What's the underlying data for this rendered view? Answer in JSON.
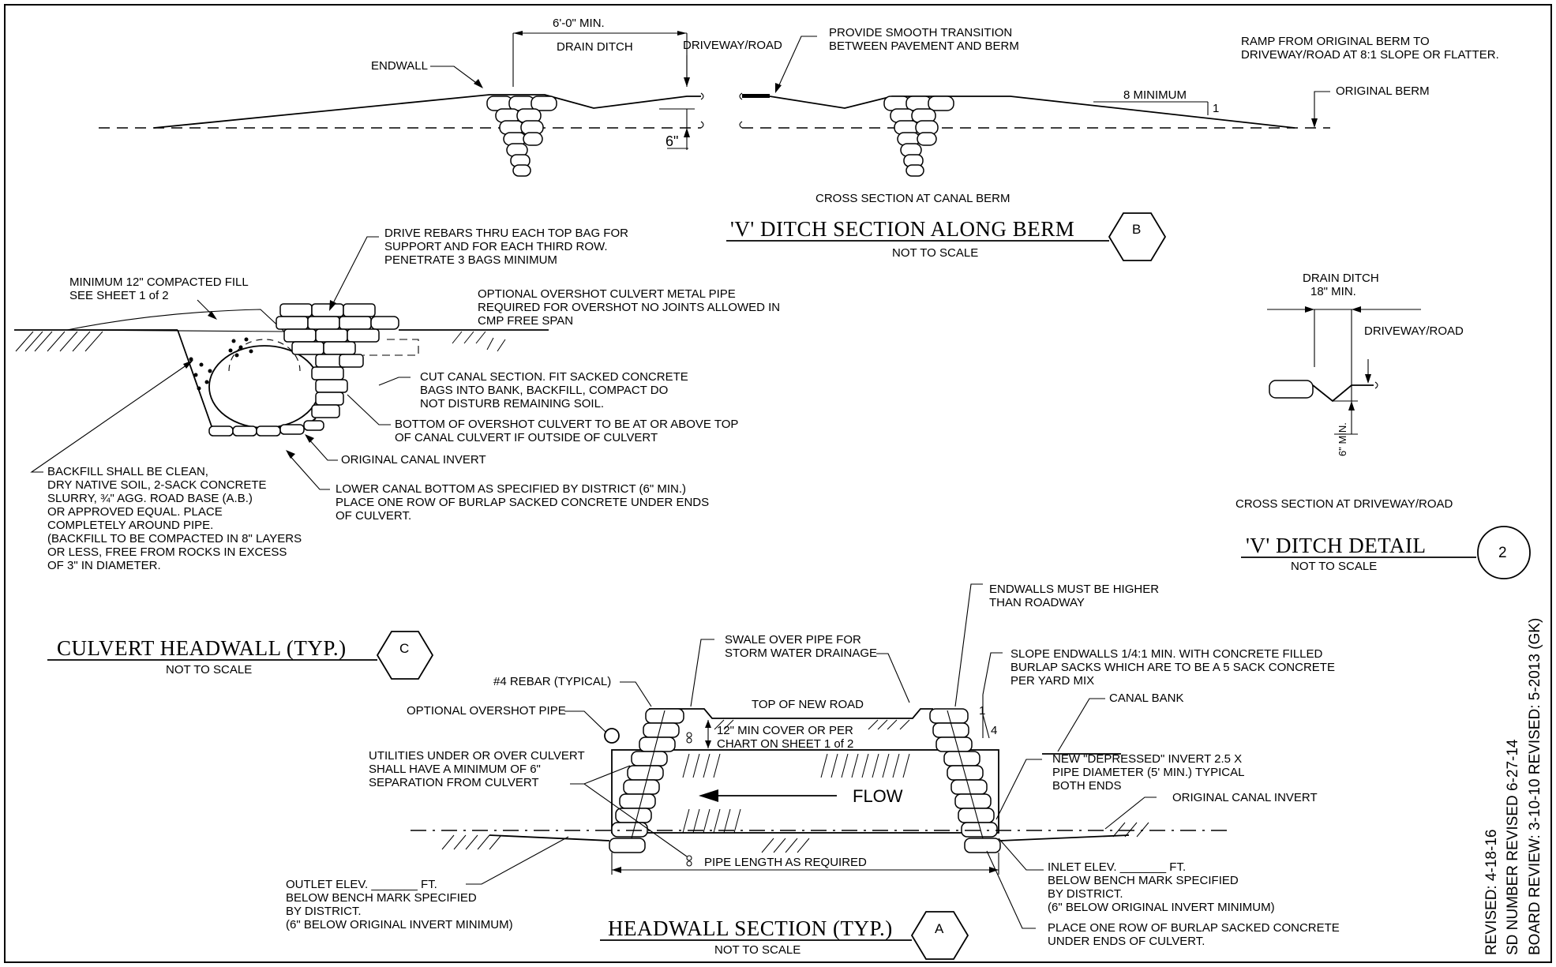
{
  "section_b": {
    "dim_top": "6'-0\" MIN.",
    "drain_ditch": "DRAIN DITCH",
    "driveway_road": "DRIVEWAY/ROAD",
    "smooth_transition": [
      "PROVIDE SMOOTH TRANSITION",
      "BETWEEN PAVEMENT AND BERM"
    ],
    "ramp_note": [
      "RAMP FROM ORIGINAL BERM TO",
      "DRIVEWAY/ROAD AT 8:1 SLOPE OR FLATTER."
    ],
    "endwall": "ENDWALL",
    "eight_minimum": "8  MINIMUM",
    "one": "1",
    "original_berm": "ORIGINAL BERM",
    "six_in": "6\"",
    "caption": "CROSS SECTION AT CANAL BERM",
    "title": "'V'  DITCH  SECTION  ALONG  BERM",
    "not_to_scale": "NOT TO SCALE",
    "marker": "B"
  },
  "section_c": {
    "rebars_note": [
      "DRIVE REBARS THRU EACH TOP BAG FOR",
      "SUPPORT AND FOR EACH THIRD ROW.",
      "PENETRATE 3 BAGS MINIMUM"
    ],
    "fill_note": [
      "MINIMUM 12\" COMPACTED FILL",
      "SEE SHEET 1 of 2"
    ],
    "overshot_note": [
      "OPTIONAL OVERSHOT CULVERT METAL PIPE",
      "REQUIRED FOR OVERSHOT NO JOINTS ALLOWED IN",
      "CMP FREE SPAN"
    ],
    "cut_canal_note": [
      "CUT CANAL SECTION. FIT SACKED CONCRETE",
      "BAGS INTO BANK, BACKFILL, COMPACT DO",
      "NOT DISTURB REMAINING SOIL."
    ],
    "bottom_note": [
      "BOTTOM OF OVERSHOT CULVERT TO BE AT OR ABOVE TOP",
      "OF CANAL CULVERT IF OUTSIDE OF CULVERT"
    ],
    "orig_invert": "ORIGINAL CANAL INVERT",
    "lower_note": [
      "LOWER CANAL BOTTOM AS SPECIFIED BY DISTRICT (6\" MIN.)",
      "PLACE ONE ROW OF BURLAP SACKED CONCRETE UNDER ENDS",
      "OF CULVERT."
    ],
    "backfill_note": [
      "BACKFILL SHALL BE CLEAN,",
      "DRY NATIVE SOIL, 2-SACK CONCRETE",
      "SLURRY, ¾\" AGG. ROAD BASE (A.B.)",
      "OR APPROVED EQUAL. PLACE",
      "COMPLETELY AROUND PIPE.",
      "(BACKFILL TO BE COMPACTED IN 8\" LAYERS",
      "OR LESS, FREE FROM ROCKS IN EXCESS",
      "OF 3\" IN DIAMETER."
    ],
    "title": "CULVERT  HEADWALL  (TYP.)",
    "not_to_scale": "NOT TO SCALE",
    "marker": "C"
  },
  "detail_2": {
    "drain_ditch": "DRAIN DITCH",
    "min18": "18\" MIN.",
    "driveway_road": "DRIVEWAY/ROAD",
    "six_min": "6\" MIN.",
    "caption": "CROSS SECTION AT DRIVEWAY/ROAD",
    "title": "'V'  DITCH  DETAIL",
    "not_to_scale": "NOT TO SCALE",
    "marker": "2"
  },
  "section_a": {
    "endwalls_note": [
      "ENDWALLS MUST BE HIGHER",
      "THAN ROADWAY"
    ],
    "swale_note": [
      "SWALE OVER PIPE FOR",
      "STORM WATER DRAINAGE"
    ],
    "slope_note": [
      "SLOPE ENDWALLS 1/4:1 MIN. WITH CONCRETE FILLED",
      "BURLAP SACKS WHICH ARE TO BE A 5 SACK CONCRETE",
      "PER YARD MIX"
    ],
    "rebar_note": "#4 REBAR (TYPICAL)",
    "overshot_pipe": "OPTIONAL OVERSHOT PIPE",
    "top_new_road": "TOP OF NEW ROAD",
    "canal_bank": "CANAL BANK",
    "cover_note": [
      "12\" MIN COVER OR PER",
      "CHART ON SHEET 1 of 2"
    ],
    "one": "1",
    "four": "4",
    "utilities_note": [
      "UTILITIES UNDER OR OVER CULVERT",
      "SHALL HAVE A MINIMUM OF 6\"",
      "SEPARATION FROM CULVERT"
    ],
    "depressed_note": [
      "NEW \"DEPRESSED\" INVERT 2.5 X",
      "PIPE DIAMETER (5' MIN.) TYPICAL",
      "BOTH ENDS"
    ],
    "flow": "FLOW",
    "orig_invert": "ORIGINAL CANAL INVERT",
    "pipe_length": "PIPE LENGTH AS REQUIRED",
    "inlet_note": [
      "INLET ELEV.  _______  FT.",
      "BELOW BENCH MARK SPECIFIED",
      "BY DISTRICT.",
      "(6\" BELOW ORIGINAL INVERT MINIMUM)"
    ],
    "outlet_note": [
      "OUTLET ELEV.  _______  FT.",
      "BELOW BENCH MARK SPECIFIED",
      "BY DISTRICT.",
      "(6\" BELOW ORIGINAL INVERT MINIMUM)"
    ],
    "place_note": [
      "PLACE ONE ROW OF BURLAP SACKED CONCRETE",
      "UNDER ENDS OF CULVERT."
    ],
    "title": "HEADWALL  SECTION  (TYP.)",
    "not_to_scale": "NOT TO SCALE",
    "marker": "A"
  },
  "revisions": [
    "REVISED:  4-18-16",
    "SD NUMBER REVISED 6-27-14",
    "BOARD REVIEW:  3-10-10   REVISED:  5-2013 (GK)"
  ]
}
